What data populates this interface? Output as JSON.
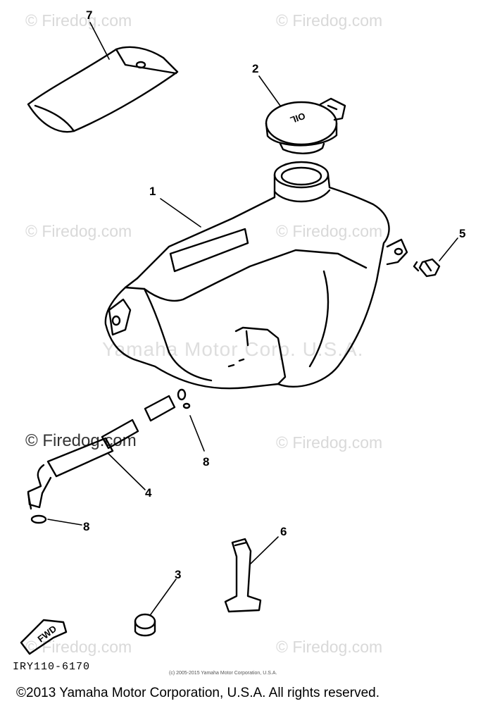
{
  "watermarks": {
    "firedog": "© Firedog.com",
    "firedog_dark": "© Firedog.com",
    "yamaha": "Yamaha Motor Corp. U.S.A."
  },
  "callouts": {
    "c1": "1",
    "c2": "2",
    "c3": "3",
    "c4": "4",
    "c5": "5",
    "c6": "6",
    "c7": "7",
    "c8a": "8",
    "c8b": "8"
  },
  "labels": {
    "cap_text": "OIL",
    "fwd": "FWD",
    "diagram_code": "IRY110-6170",
    "small_copyright": "(c) 2005-2015 Yamaha Motor Corporation, U.S.A.",
    "footer": "©2013 Yamaha Motor Corporation, U.S.A. All rights reserved."
  }
}
